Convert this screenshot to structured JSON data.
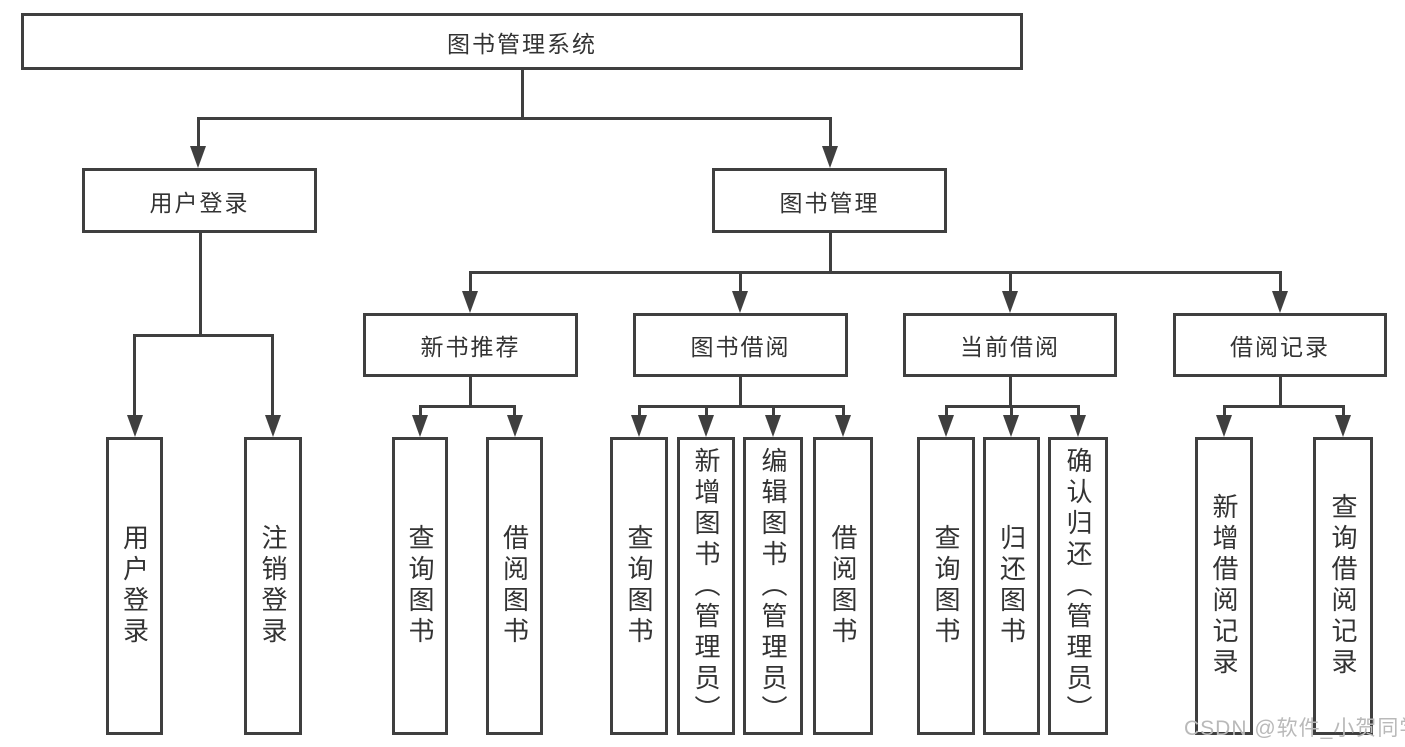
{
  "colors": {
    "line": "#3f3f3f",
    "text": "#333333",
    "background": "#ffffff",
    "watermark": "#b9b9b9"
  },
  "watermark": "CSDN @软件_小贺同学",
  "tree": {
    "root": {
      "label": "图书管理系统"
    },
    "level2": [
      {
        "id": "user-login",
        "label": "用户登录",
        "parent": "root"
      },
      {
        "id": "book-management",
        "label": "图书管理",
        "parent": "root"
      }
    ],
    "level3": [
      {
        "id": "new-book-recommend",
        "label": "新书推荐",
        "parent": "book-management"
      },
      {
        "id": "book-borrowing",
        "label": "图书借阅",
        "parent": "book-management"
      },
      {
        "id": "current-borrowing",
        "label": "当前借阅",
        "parent": "book-management"
      },
      {
        "id": "borrowing-records",
        "label": "借阅记录",
        "parent": "book-management"
      }
    ],
    "leaves": [
      {
        "id": "user-login-leaf",
        "label": "用户登录",
        "parent": "user-login"
      },
      {
        "id": "logout",
        "label": "注销登录",
        "parent": "user-login"
      },
      {
        "id": "query-books-newrec",
        "label": "查询图书",
        "parent": "new-book-recommend"
      },
      {
        "id": "borrow-books-newrec",
        "label": "借阅图书",
        "parent": "new-book-recommend"
      },
      {
        "id": "query-books-borrowing",
        "label": "查询图书",
        "parent": "book-borrowing"
      },
      {
        "id": "add-books-admin",
        "label": "新增图书（管理员）",
        "parent": "book-borrowing"
      },
      {
        "id": "edit-books-admin",
        "label": "编辑图书（管理员）",
        "parent": "book-borrowing"
      },
      {
        "id": "borrow-books-borrowing",
        "label": "借阅图书",
        "parent": "book-borrowing"
      },
      {
        "id": "query-books-current",
        "label": "查询图书",
        "parent": "current-borrowing"
      },
      {
        "id": "return-books",
        "label": "归还图书",
        "parent": "current-borrowing"
      },
      {
        "id": "confirm-return-admin",
        "label": "确认归还（管理员）",
        "parent": "current-borrowing"
      },
      {
        "id": "add-borrow-record",
        "label": "新增借阅记录",
        "parent": "borrowing-records"
      },
      {
        "id": "query-borrow-record",
        "label": "查询借阅记录",
        "parent": "borrowing-records"
      }
    ]
  }
}
